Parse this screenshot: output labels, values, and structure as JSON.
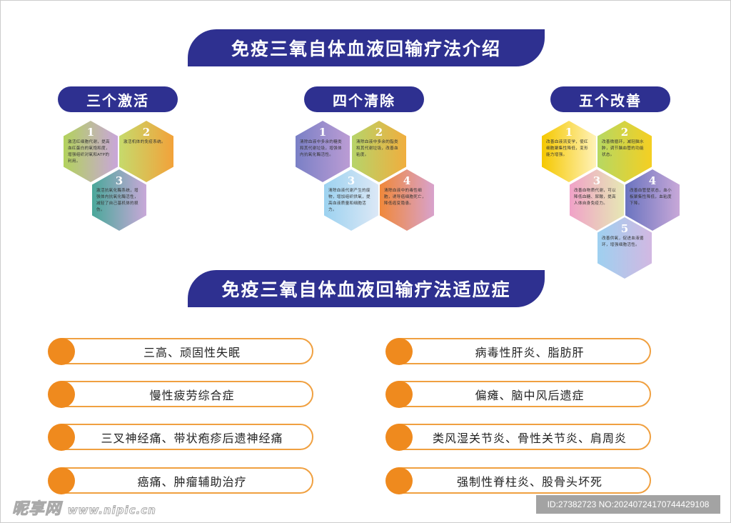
{
  "title1": "免疫三氧自体血液回输疗法介绍",
  "title2": "免疫三氧自体血液回输疗法适应症",
  "sections": [
    {
      "label": "三个激活",
      "items": [
        {
          "num": "1",
          "text": "激活红细胞代谢，提高血红蛋白的氧饱和度，增强组织对氧和ATP的利用。",
          "c1": "#b2d25c",
          "c2": "#c9a6da"
        },
        {
          "num": "2",
          "text": "激活机体的免疫系统。",
          "c1": "#c6da6c",
          "c2": "#f2a23a"
        },
        {
          "num": "3",
          "text": "激活抗氧化酶系统，增强体内抗氧化酶活性，减轻了自己基机体的损伤。",
          "c1": "#4aa89a",
          "c2": "#c8a8d8"
        }
      ]
    },
    {
      "label": "四个清除",
      "items": [
        {
          "num": "1",
          "text": "清除血液中多余的糖类和其代谢垃圾，增强体内抗氧化酶活性。",
          "c1": "#7a80c6",
          "c2": "#bb9cd4"
        },
        {
          "num": "2",
          "text": "清除血液中多余的脂类和其代谢垃圾，改善血粘度。",
          "c1": "#b6d46a",
          "c2": "#f0ae3e"
        },
        {
          "num": "3",
          "text": "清除血液代谢产生的废物，增加组织供氧，提高血液质量和细胞活力。",
          "c1": "#9cd2f0",
          "c2": "#dce8f6"
        },
        {
          "num": "4",
          "text": "清除血液中的毒性细胞，诱导癌细胞死亡，降低癌变隐患。",
          "c1": "#f0883a",
          "c2": "#d8a2cc"
        }
      ]
    },
    {
      "label": "五个改善",
      "items": [
        {
          "num": "1",
          "text": "改善血液流变学，使红细胞聚集性降低，变形能力增强。",
          "c1": "#f5c800",
          "c2": "#fff2b8"
        },
        {
          "num": "2",
          "text": "改善微循环，减轻脑水肿，调节脑血管的功能状态。",
          "c1": "#b6d862",
          "c2": "#f5cf22"
        },
        {
          "num": "3",
          "text": "改善血物质代谢，可以降低血糖、尿酸，提高人体自身免疫力。",
          "c1": "#f0a2c8",
          "c2": "#e6e8b4"
        },
        {
          "num": "4",
          "text": "改善血管壁状态，血小板聚集性降低，血粘度下降。",
          "c1": "#6a74c0",
          "c2": "#c8a8d8"
        },
        {
          "num": "5",
          "text": "改善供氧，促进血液循环，增强细胞活性。",
          "c1": "#9ed0f0",
          "c2": "#d2b8e2"
        }
      ]
    }
  ],
  "indications_left": [
    "三高、顽固性失眠",
    "慢性疲劳综合症",
    "三叉神经痛、带状疱疹后遗神经痛",
    "癌痛、肿瘤辅助治疗"
  ],
  "indications_right": [
    "病毒性肝炎、脂肪肝",
    "偏瘫、脑中风后遗症",
    "类风湿关节炎、骨性关节炎、肩周炎",
    "强制性脊柱炎、股骨头坏死"
  ],
  "watermark": {
    "logo": "昵享网",
    "url": "www.nipic.cn",
    "id": "ID:27382723 NO:20240724170744429108"
  }
}
